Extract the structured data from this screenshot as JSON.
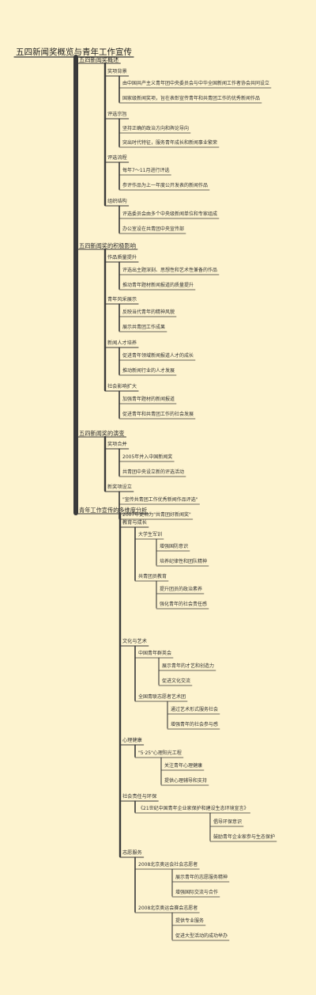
{
  "mindmap": {
    "title": "五四新闻奖概览与青年工作宣传",
    "branches": [
      {
        "label": "五四新闻奖概述",
        "children": [
          {
            "label": "奖项背景",
            "children": [
              {
                "label": "由中国共产主义青年团中央委员会与中华全国新闻工作者协会共同设立"
              },
              {
                "label": "国家级新闻奖项，旨在表彰宣传青年和共青团工作的优秀新闻作品"
              }
            ]
          },
          {
            "label": "评选宗旨",
            "children": [
              {
                "label": "坚持正确的政治方向和舆论导向"
              },
              {
                "label": "突出时代特征，服务青年成长和新闻事业繁荣"
              }
            ]
          },
          {
            "label": "评选流程",
            "children": [
              {
                "label": "每年7～11月进行评选"
              },
              {
                "label": "参评作品为上一年度公开发表的新闻作品"
              }
            ]
          },
          {
            "label": "组织结构",
            "children": [
              {
                "label": "评选委员会由多个中央级新闻单位和专家组成"
              },
              {
                "label": "办公室设在共青团中央宣传部"
              }
            ]
          }
        ]
      },
      {
        "label": "五四新闻奖的积极影响",
        "children": [
          {
            "label": "作品质量提升",
            "children": [
              {
                "label": "评选出主题深刻、思想性和艺术性兼备的作品"
              },
              {
                "label": "推动青年题材新闻报道的质量提升"
              }
            ]
          },
          {
            "label": "青年风采展示",
            "children": [
              {
                "label": "反映当代青年的精神风貌"
              },
              {
                "label": "展示共青团工作成果"
              }
            ]
          },
          {
            "label": "新闻人才培养",
            "children": [
              {
                "label": "促进青年领域新闻报道人才的成长"
              },
              {
                "label": "推动新闻行业的人才发展"
              }
            ]
          },
          {
            "label": "社会影响扩大",
            "children": [
              {
                "label": "加强青年题材的新闻报道"
              },
              {
                "label": "促进青年和共青团工作的社会发展"
              }
            ]
          }
        ]
      },
      {
        "label": "五四新闻奖的演变",
        "children": [
          {
            "label": "奖项合并",
            "children": [
              {
                "label": "2005年并入中国新闻奖"
              },
              {
                "label": "共青团中央设立新的评选活动"
              }
            ]
          },
          {
            "label": "新奖项设立",
            "children": [
              {
                "label": "\"宣传共青团工作优秀新闻作品评选\""
              },
              {
                "label": "2007年更名为\"共青团好新闻奖\""
              }
            ]
          }
        ]
      },
      {
        "label": "青年工作宣传的多维度分析",
        "children": [
          {
            "label": "教育与成长",
            "children": [
              {
                "label": "大学生军训",
                "children": [
                  {
                    "label": "增强国防意识"
                  },
                  {
                    "label": "培养纪律性和团队精神"
                  }
                ]
              },
              {
                "label": "共青团员教育",
                "children": [
                  {
                    "label": "提升团员的政治素养"
                  },
                  {
                    "label": "强化青年的社会责任感"
                  }
                ]
              }
            ]
          },
          {
            "label": "文化与艺术",
            "children": [
              {
                "label": "中国青年群英会",
                "children": [
                  {
                    "label": "展示青年的才艺和创造力"
                  },
                  {
                    "label": "促进文化交流"
                  }
                ]
              },
              {
                "label": "全国青联志愿者艺术团",
                "children": [
                  {
                    "label": "通过艺术形式服务社会"
                  },
                  {
                    "label": "增强青年的社会参与感"
                  }
                ]
              }
            ]
          },
          {
            "label": "心理健康",
            "children": [
              {
                "label": "\"5·25\"心理阳光工程",
                "children": [
                  {
                    "label": "关注青年心理健康"
                  },
                  {
                    "label": "提供心理辅导和支持"
                  }
                ]
              }
            ]
          },
          {
            "label": "社会责任与环保",
            "children": [
              {
                "label": "《21世纪中国青年企业家保护和建设生态环境宣言》",
                "children": [
                  {
                    "label": "倡导环保意识"
                  },
                  {
                    "label": "鼓励青年企业家参与生态保护"
                  }
                ]
              }
            ]
          },
          {
            "label": "志愿服务",
            "children": [
              {
                "label": "2008北京奥运会社会志愿者",
                "children": [
                  {
                    "label": "展示青年的志愿服务精神"
                  },
                  {
                    "label": "增强国际交流与合作"
                  }
                ]
              },
              {
                "label": "2008北京奥运会赛会志愿者",
                "children": [
                  {
                    "label": "提供专业服务"
                  },
                  {
                    "label": "促进大型活动的成功举办"
                  }
                ]
              }
            ]
          }
        ]
      }
    ]
  },
  "colors": {
    "background": "#fdf3cf",
    "line": "#3a3a3a",
    "text": "#333333"
  }
}
